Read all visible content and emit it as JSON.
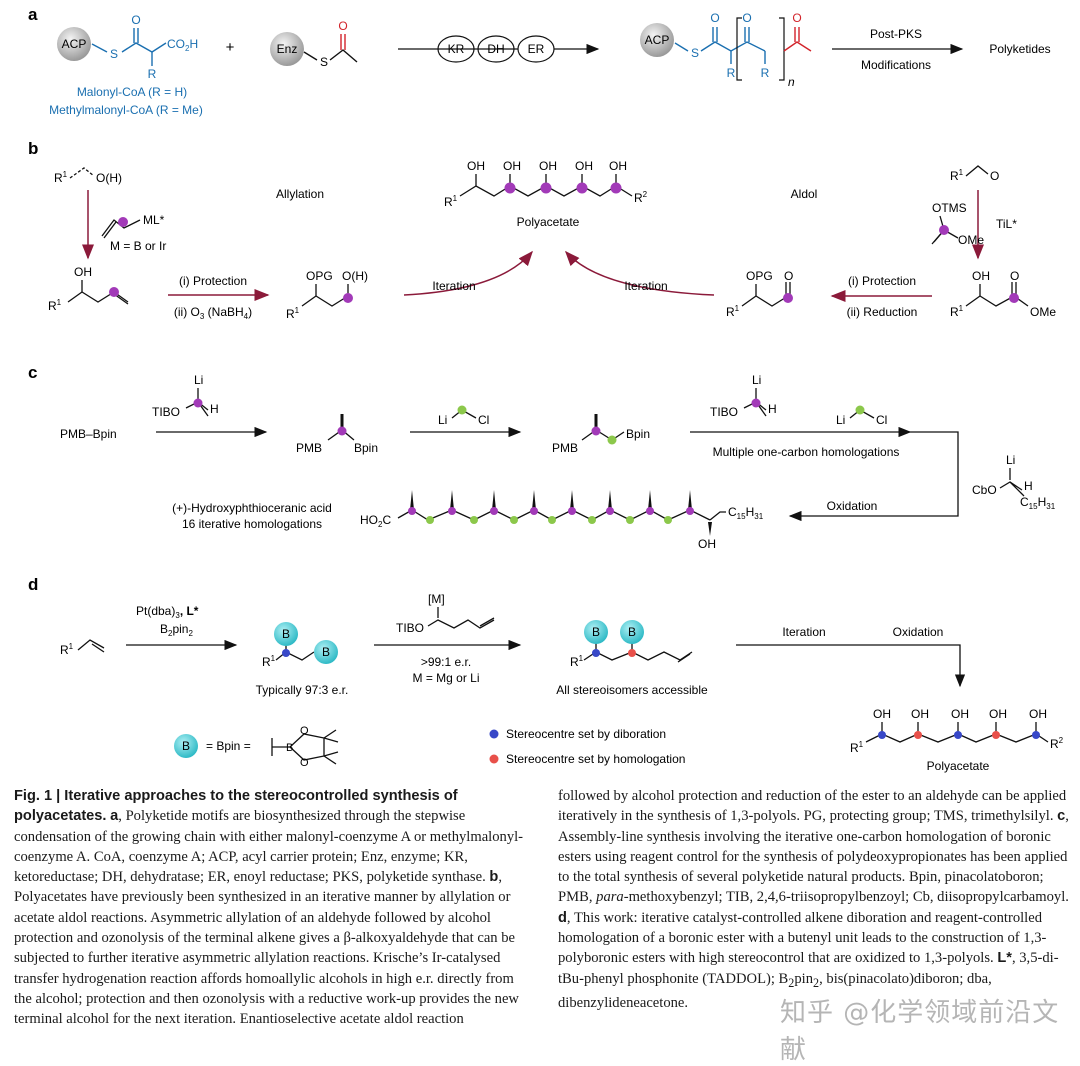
{
  "panels": {
    "a": {
      "letter": "a",
      "acp": "ACP",
      "enz": "Enz",
      "co2h": "CO",
      "co2h_sub": "2",
      "co2h_h": "H",
      "r": "R",
      "malonyl": "Malonyl-CoA (R = H)",
      "methylmalonyl": "Methylmalonyl-CoA (R = Me)",
      "plus": "+",
      "kr": "KR",
      "dh": "DH",
      "er": "ER",
      "n": "n",
      "post_pks": "Post-PKS",
      "modifications": "Modifications",
      "polyketides": "Polyketides",
      "s": "S",
      "o": "O"
    },
    "b": {
      "letter": "b",
      "allylation": "Allylation",
      "aldol": "Aldol",
      "polyacetate": "Polyacetate",
      "ml": "ML*",
      "m_eq": "M = B or Ir",
      "protection": "(i) Protection",
      "ozonolysis": "(ii) O",
      "oz_sub": "3",
      "oz_tail": " (NaBH",
      "oz_sub2": "4",
      "oz_end": ")",
      "iteration": "Iteration",
      "reduction": "(ii) Reduction",
      "tilstar": "TiL*",
      "otms": "OTMS",
      "ome": "OMe",
      "opg": "OPG",
      "oh": "OH",
      "oh_paren": "O(H)",
      "r1": "R",
      "sup1": "1",
      "r2sup": "2"
    },
    "c": {
      "letter": "c",
      "pmb_bpin": "PMB–Bpin",
      "pmb": "PMB",
      "bpin": "Bpin",
      "li": "Li",
      "tibo": "TIBO",
      "h": "H",
      "cl": "Cl",
      "multiple": "Multiple one-carbon homologations",
      "oxidation": "Oxidation",
      "hydroxy": "(+)-Hydroxyphthioceranic acid",
      "iterative16": "16 iterative homologations",
      "ho2c": "HO",
      "ho2c_sub": "2",
      "ho2c_c": "C",
      "c15h31": "C",
      "c15_sub": "15",
      "c15_h": "H",
      "c15_sub2": "31",
      "oh": "OH",
      "cbo": "CbO"
    },
    "d": {
      "letter": "d",
      "pt": "Pt(dba)",
      "pt_sub": "3",
      "lstar": ", L*",
      "b2pin2": "B",
      "b2_sub": "2",
      "pin": "pin",
      "pin_sub": "2",
      "typically": "Typically 97:3 e.r.",
      "m_label": "[M]",
      "tibo": "TIBO",
      "er99": ">99:1 e.r.",
      "mg_li": "M = Mg or Li",
      "all_stereo": "All stereoisomers accessible",
      "iteration": "Iteration",
      "oxidation": "Oxidation",
      "polyacetate": "Polyacetate",
      "b": "B",
      "b_eq": "= Bpin =",
      "blue_legend": "Stereocentre set by diboration",
      "red_legend": "Stereocentre set by homologation",
      "oh": "OH",
      "o": "O"
    }
  },
  "caption_left": {
    "fig_title": "Fig. 1 | Iterative approaches to the stereocontrolled synthesis of polyacetates.",
    "part_a_label": "a",
    "part_a": ", Polyketide motifs are biosynthesized through the stepwise condensation of the growing chain with either malonyl-coenzyme A or methylmalonyl-coenzyme A. CoA, coenzyme A; ACP, acyl carrier protein; Enz, enzyme; KR, ketoreductase; DH, dehydratase; ER, enoyl reductase; PKS, polyketide synthase.",
    "part_b_label": "b",
    "part_b": ", Polyacetates have previously been synthesized in an iterative manner by allylation or acetate aldol reactions. Asymmetric allylation of an aldehyde followed by alcohol protection and ozonolysis of the terminal alkene gives a β-alkoxyaldehyde that can be subjected to further iterative asymmetric allylation reactions. Krische’s Ir-catalysed transfer hydrogenation reaction affords homoallylic alcohols in high e.r. directly from the alcohol; protection and then ozonolysis with a reductive work-up provides the new terminal alcohol for the next iteration. Enantioselective acetate aldol reaction"
  },
  "caption_right": {
    "part_b_cont": "followed by alcohol protection and reduction of the ester to an aldehyde can be applied iteratively in the synthesis of 1,3-polyols. PG, protecting group; TMS, trimethylsilyl.",
    "part_c_label": "c",
    "part_c_1": ", Assembly-line synthesis involving the iterative one-carbon homologation of boronic esters using reagent control for the synthesis of polydeoxypropionates has been applied to the total synthesis of several polyketide natural products. Bpin, pinacolatoboron; PMB,",
    "para": "para",
    "part_c_2": "-methoxybenzyl; TIB, 2,4,6-triisopropylbenzoyl; Cb, diisopropylcarbamoyl.",
    "part_d_label": "d",
    "part_d_1": ", This work: iterative catalyst-controlled alkene diboration and reagent-controlled homologation of a boronic ester with a butenyl unit leads to the construction of 1,3-polyboronic esters with high stereocontrol that are oxidized to 1,3-polyols.",
    "lstar": "L*",
    "part_d_2": ", 3,5-di-tBu-phenyl phosphonite (TADDOL); B",
    "part_d_3": "pin",
    "part_d_4": ", bis(pinacolato)diboron; dba, dibenzylideneacetone."
  },
  "watermark": "知乎 @化学领域前沿文献",
  "colors": {
    "blue_chain": "#1a6fb0",
    "red_carbonyl": "#d2232a",
    "arrow_maroon": "#8b1a3a",
    "purple_atom": "#a23ab8",
    "green_atom": "#8cc84b",
    "teal_b": "#4fd0d8",
    "blue_dot": "#3848c8",
    "red_dot": "#e8504a"
  }
}
